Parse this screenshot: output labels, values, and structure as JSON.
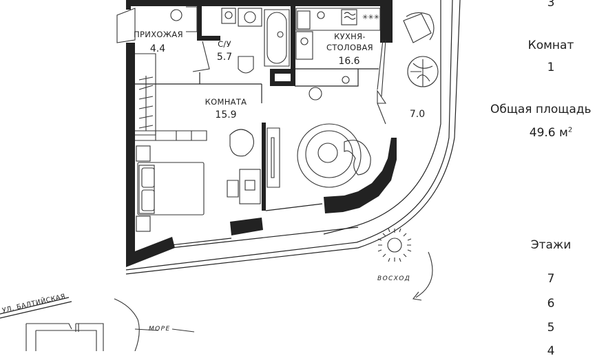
{
  "rooms": {
    "hall": {
      "name": "ПРИХОЖАЯ",
      "area": "4.4"
    },
    "bath": {
      "name": "С/У",
      "area": "5.7"
    },
    "kitchen": {
      "name_line1": "КУХНЯ-",
      "name_line2": "СТОЛОВАЯ",
      "area": "16.6"
    },
    "room": {
      "name": "КОМНАТА",
      "area": "15.9"
    },
    "balcony": {
      "area": "7.0"
    }
  },
  "compass": {
    "label": "ВОСХОД"
  },
  "map": {
    "street": "УЛ. БАЛТИЙСКАЯ",
    "sea": "МОРЕ"
  },
  "info": {
    "top_value": "3",
    "rooms_label": "Комнат",
    "rooms_value": "1",
    "area_label": "Общая площадь",
    "area_value": "49.6 м",
    "area_unit_sup": "2",
    "floors_label": "Этажи",
    "floors": [
      "7",
      "6",
      "5",
      "4"
    ]
  }
}
